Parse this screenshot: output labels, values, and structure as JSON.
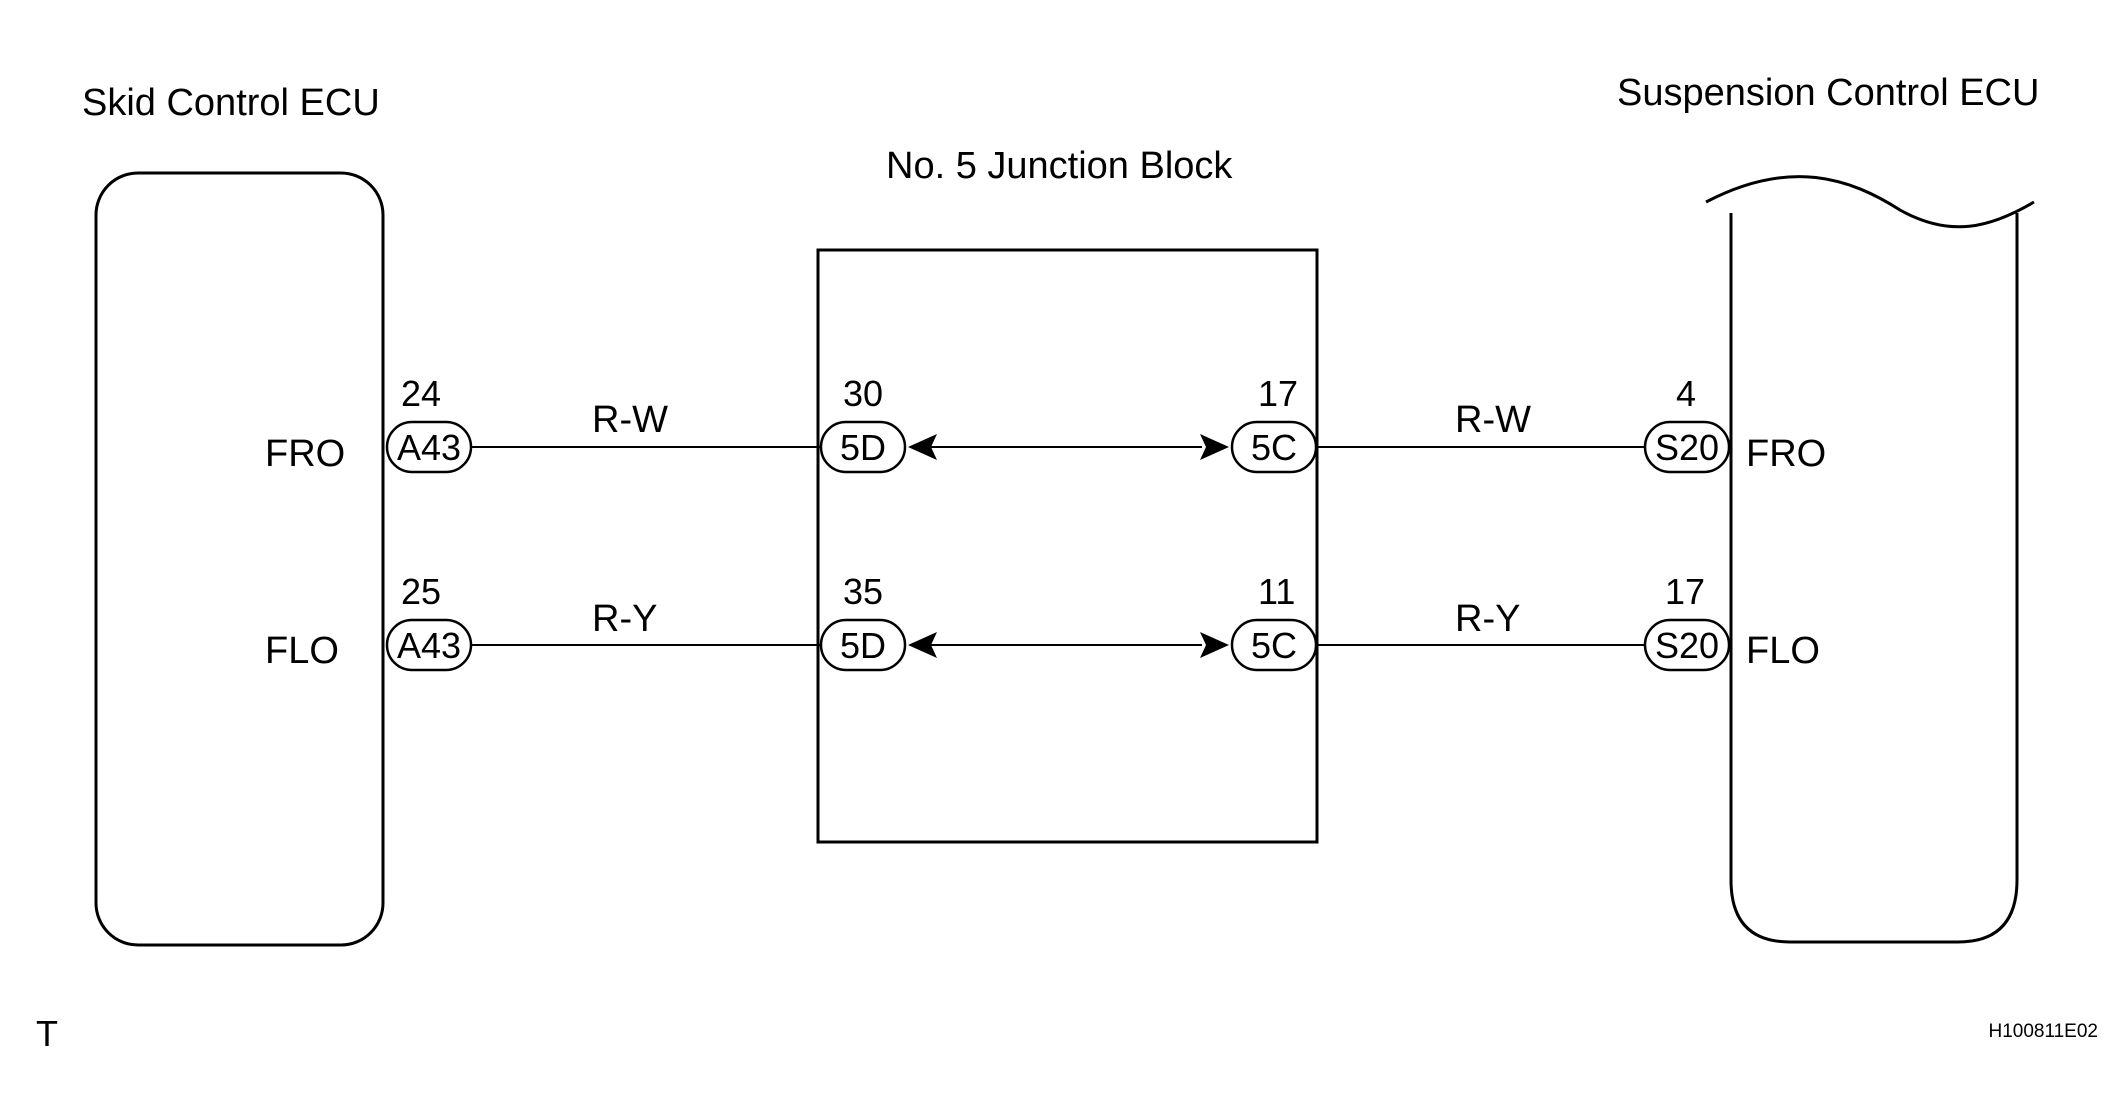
{
  "skid_ecu": {
    "title": "Skid Control ECU",
    "terminals": [
      {
        "name": "FRO",
        "pin": "24",
        "connector": "A43",
        "wire": "R-W"
      },
      {
        "name": "FLO",
        "pin": "25",
        "connector": "A43",
        "wire": "R-Y"
      }
    ]
  },
  "junction_block": {
    "title": "No. 5 Junction Block",
    "left_connectors": [
      {
        "pin": "30",
        "connector": "5D"
      },
      {
        "pin": "35",
        "connector": "5D"
      }
    ],
    "right_connectors": [
      {
        "pin": "17",
        "connector": "5C"
      },
      {
        "pin": "11",
        "connector": "5C"
      }
    ]
  },
  "suspension_ecu": {
    "title": "Suspension Control ECU",
    "terminals": [
      {
        "name": "FRO",
        "pin": "4",
        "connector": "S20",
        "wire": "R-W"
      },
      {
        "name": "FLO",
        "pin": "17",
        "connector": "S20",
        "wire": "R-Y"
      }
    ]
  },
  "footer": {
    "left_mark": "T",
    "figure_code": "H100811E02"
  },
  "colors": {
    "line": "#000000",
    "background": "#ffffff"
  }
}
